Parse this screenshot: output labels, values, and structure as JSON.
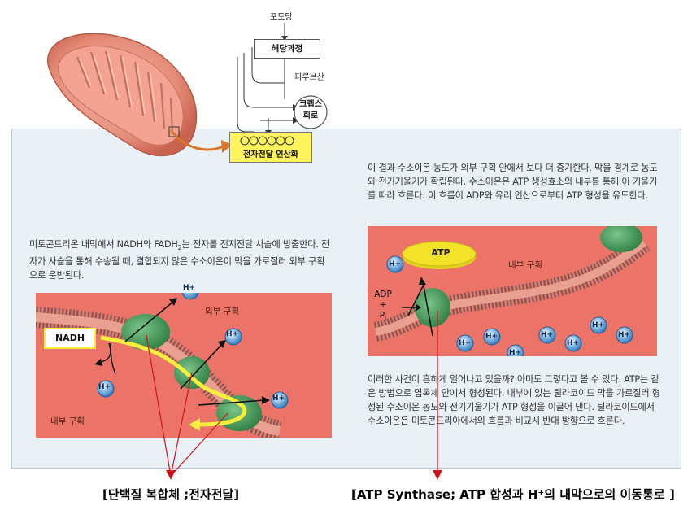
{
  "flow": {
    "glucose": "포도당",
    "glycolysis": "해당과정",
    "pyruvate": "피루브산",
    "krebs_line1": "크렙스",
    "krebs_line2": "회로",
    "etc": "전자전달 인산화"
  },
  "text": {
    "para1_top": "이 결과 수소이온 농도가 외부 구획 안에서 보다 더 증가한다. 막을 경계로 농도와 전기기울기가 확립된다. 수소이온은 ATP 생성효소의 내부를 통해 이 기울기를 따라 흐른다. 이 흐름이 ADP와 유리 인산으로부터 ATP 형성을 유도한다.",
    "para_left_a": "미토콘드리온 내막에서 NADH와 FADH",
    "para_left_sub": "2",
    "para_left_b": "는 전자를 전지전달 사슬에 방출한다. 전자가 사슬을 통해 수송될 때, 결합되지 않은 수소이온이 막을 가로질러 외부 구획으로 운반된다.",
    "para_bottom": "이러한 사건이 흔하게 일어나고 있을까? 아마도 그렇다고 볼 수 있다. ATP는 같은 방법으로 엽록체 안에서 형성된다. 내부에 있는 틸라코이드 막을 가로질러 형성된 수소이온 농도와 전기기울기가 ATP 형성을 이끌어 낸다. 틸라코이드에서 수소이온은 미토콘드리아에서의 흐름과 비교시 반대 방향으로 흐른다."
  },
  "diagram_left": {
    "nadh": "NADH",
    "outer": "외부 구획",
    "inner": "내부 구획",
    "hplus": "H+"
  },
  "diagram_right": {
    "atp": "ATP",
    "inner": "내부 구획",
    "adp": "ADP",
    "plus": "+",
    "pi": "P",
    "pi_sub": "i",
    "hplus": "H+"
  },
  "captions": {
    "left": "[단백질 복합체 ;전자전달]",
    "right": "[ATP Synthase; ATP 합성과 H⁺의 내막으로의 이동통로 ]"
  },
  "colors": {
    "panel_bg": "#e9f1f7",
    "membrane_bg": "#e8675f",
    "protein": "#3f9a55",
    "hplus": "#3a86c8",
    "atp_disk": "#f2e22a",
    "etc_box": "#fff45c",
    "annotation": "#d0141b"
  }
}
